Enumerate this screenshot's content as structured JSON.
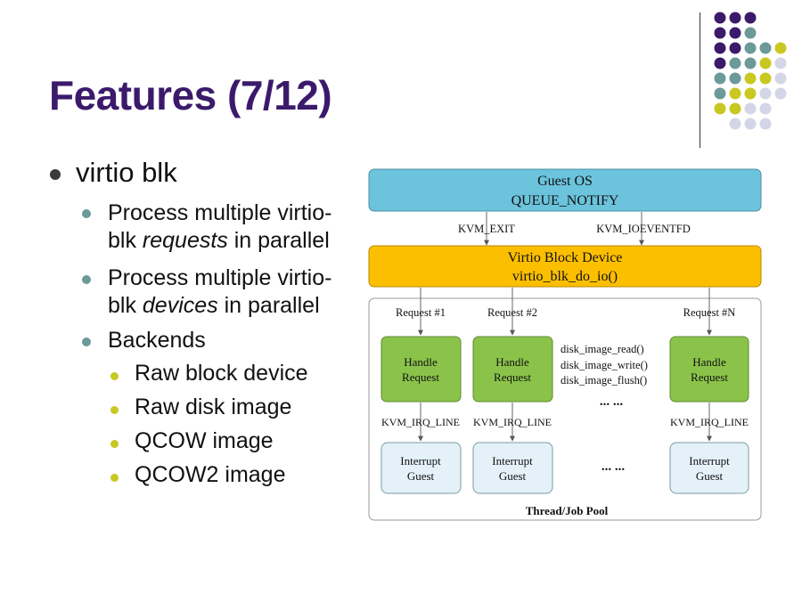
{
  "slide": {
    "title": "Features (7/12)"
  },
  "bullets": {
    "l1": "virtio blk",
    "items": [
      {
        "line1": "Process multiple virtio-",
        "line2_pre": "blk ",
        "line2_em": "requests",
        "line2_post": " in parallel"
      },
      {
        "line1": "Process multiple virtio-",
        "line2_pre": "blk ",
        "line2_em": "devices",
        "line2_post": " in parallel"
      },
      {
        "line1": "Backends"
      }
    ],
    "backends": [
      "Raw block device",
      "Raw disk image",
      "QCOW image",
      "QCOW2 image"
    ]
  },
  "diagram": {
    "guest": {
      "line1": "Guest OS",
      "line2": "QUEUE_NOTIFY"
    },
    "kvm_exit": "KVM_EXIT",
    "kvm_ioeventfd": "KVM_IOEVENTFD",
    "virtio": {
      "line1": "Virtio Block Device",
      "line2": "virtio_blk_do_io()"
    },
    "requests": [
      "Request #1",
      "Request #2",
      "Request #N"
    ],
    "handle": {
      "line1": "Handle",
      "line2": "Request"
    },
    "disk_calls": [
      "disk_image_read()",
      "disk_image_write()",
      "disk_image_flush()"
    ],
    "ellipsis": "... ...",
    "irq": "KVM_IRQ_LINE",
    "interrupt": {
      "line1": "Interrupt",
      "line2": "Guest"
    },
    "pool": "Thread/Job Pool"
  },
  "colors": {
    "title": "#3b1a6b",
    "dark_purple": "#3b1a6b",
    "teal": "#6b9a98",
    "lime": "#c8c821",
    "lavender": "#d5d5e8",
    "guest_fill": "#6bc3dc",
    "virtio_fill": "#fcbf00",
    "handle_fill": "#8bc34a",
    "interrupt_fill": "#e4f1f8",
    "bullet_l1": "#3a3a3a",
    "bullet_l2": "#6b9a98",
    "bullet_l3": "#c8c821"
  }
}
